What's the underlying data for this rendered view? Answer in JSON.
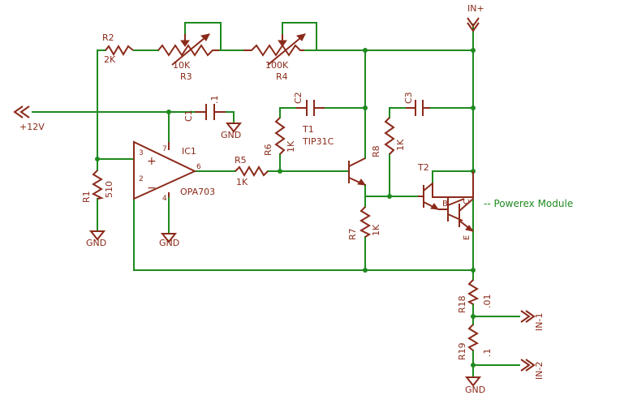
{
  "colors": {
    "wire": "#1f8a1f",
    "part": "#8b2a1a",
    "note": "#1f8a1f"
  },
  "labels": {
    "in_plus": "IN+",
    "v12": "+12V",
    "r2": "R2",
    "r2v": "2K",
    "r3v": "10K",
    "r3": "R3",
    "r4v": "100K",
    "r4": "R4",
    "c1": "C1",
    "c1v": ".1",
    "c2": "C2",
    "c3": "C3",
    "t1": "T1",
    "t1v": "TIP31C",
    "r6": "R6",
    "r6v": "1K",
    "r8": "R8",
    "r8v": "1K",
    "ic1": "IC1",
    "ic1v": "OPA703",
    "r5": "R5",
    "r5v": "1K",
    "r1": "R1",
    "r1v": "510",
    "r7": "R7",
    "r7v": "1K",
    "t2": "T2",
    "note": "-- Powerex Module",
    "r18": "R18",
    "r18v": ".01",
    "r19": "R19",
    "r19v": ".1",
    "in1": "IN-1",
    "in2": "IN-2",
    "gnd": "GND",
    "pin3": "3",
    "pin2": "2",
    "pin7": "7",
    "pin4": "4",
    "pin6": "6",
    "plus": "+",
    "minus": "−",
    "b": "B",
    "c": "C",
    "e": "E"
  }
}
